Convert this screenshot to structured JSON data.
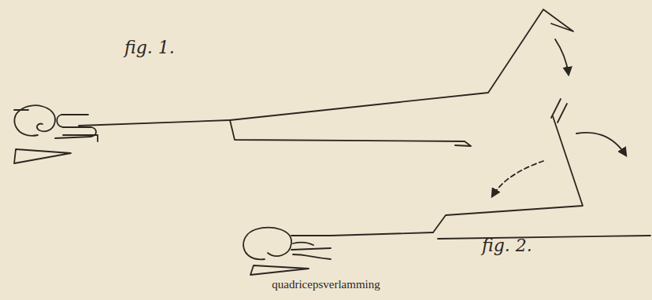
{
  "diagram": {
    "caption": "quadricepsverlamming",
    "labels": [
      "fig. 1.",
      "fig. 2."
    ]
  }
}
